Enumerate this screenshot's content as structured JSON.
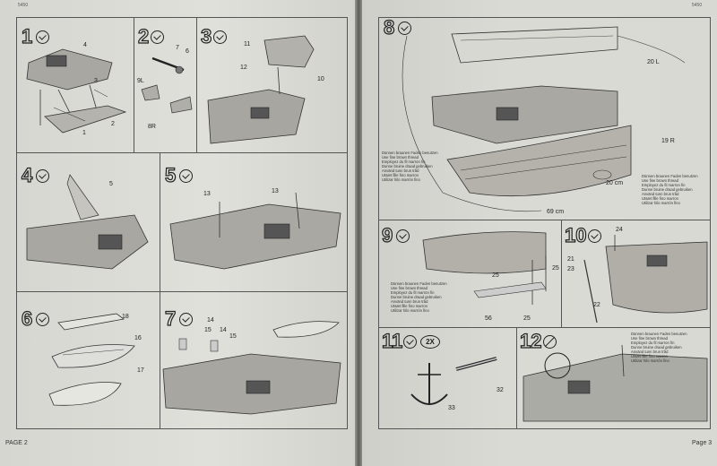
{
  "left_page": {
    "page_label": "PAGE 2",
    "header": "5450",
    "steps": [
      {
        "number": "1",
        "parts": [
          "4",
          "3",
          "2",
          "1"
        ]
      },
      {
        "number": "2",
        "parts": [
          "7",
          "6",
          "9L",
          "8R"
        ]
      },
      {
        "number": "3",
        "parts": [
          "11",
          "12",
          "10"
        ]
      },
      {
        "number": "4",
        "parts": [
          "5"
        ]
      },
      {
        "number": "5",
        "parts": [
          "13",
          "13"
        ]
      },
      {
        "number": "6",
        "parts": [
          "18",
          "16",
          "17"
        ]
      },
      {
        "number": "7",
        "parts": [
          "14",
          "15",
          "14",
          "15"
        ]
      }
    ]
  },
  "right_page": {
    "page_label": "Page 3",
    "header": "5450",
    "steps": [
      {
        "number": "8",
        "parts": [
          "20 L",
          "19 R",
          "20 cm",
          "69 cm"
        ]
      },
      {
        "number": "9",
        "parts": [
          "25",
          "25",
          "56",
          "25"
        ]
      },
      {
        "number": "10",
        "parts": [
          "24",
          "21",
          "23",
          "22"
        ]
      },
      {
        "number": "11",
        "parts": [
          "32",
          "33"
        ],
        "multiplier": "2X"
      },
      {
        "number": "12",
        "parts": []
      }
    ],
    "thread_note": [
      "Dünnen braunen Faden benutzen",
      "Use fine brown thread",
      "Employez du fil marron fin",
      "Dunne bruine draad gebruiken",
      "Använd tunn brun tråd",
      "Utsæt fille fino marron",
      "Utilizar hilo marrón fino"
    ]
  }
}
